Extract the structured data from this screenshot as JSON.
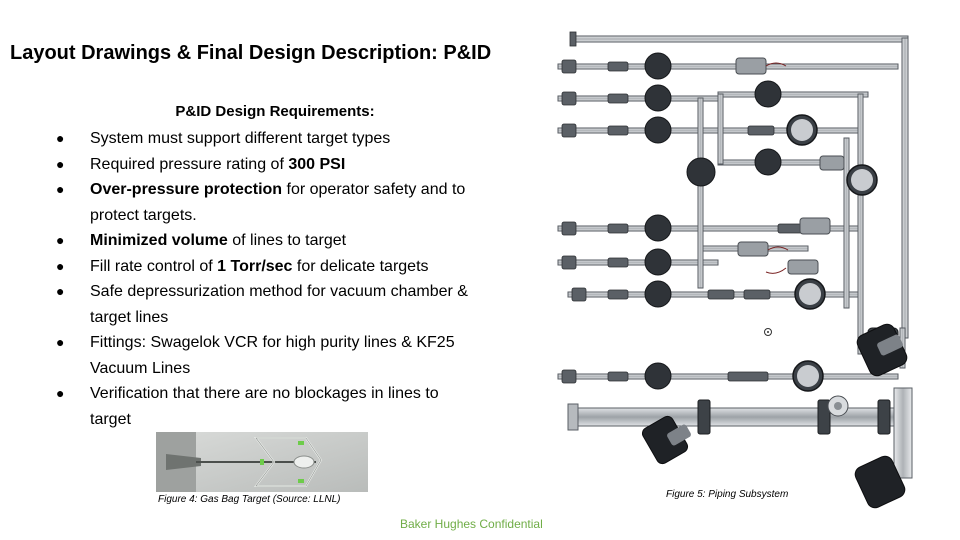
{
  "title": "Layout Drawings & Final Design Description: P&ID",
  "requirements": {
    "heading": "P&ID Design Requirements:",
    "bullet_symbol": "●",
    "items": [
      {
        "parts": [
          {
            "text": "System must support different target types",
            "bold": false
          }
        ]
      },
      {
        "parts": [
          {
            "text": "Required pressure rating of ",
            "bold": false
          },
          {
            "text": "300 PSI",
            "bold": true
          }
        ]
      },
      {
        "parts": [
          {
            "text": "Over-pressure protection",
            "bold": true
          },
          {
            "text": " for operator safety and to protect targets.",
            "bold": false
          }
        ]
      },
      {
        "parts": [
          {
            "text": "Minimized volume",
            "bold": true
          },
          {
            "text": " of lines to target",
            "bold": false
          }
        ]
      },
      {
        "parts": [
          {
            "text": "Fill rate control of ",
            "bold": false
          },
          {
            "text": "1 Torr/sec",
            "bold": true
          },
          {
            "text": " for delicate targets",
            "bold": false
          }
        ]
      },
      {
        "parts": [
          {
            "text": "Safe depressurization method for vacuum chamber & target lines",
            "bold": false
          }
        ]
      },
      {
        "parts": [
          {
            "text": "Fittings: Swagelok VCR for high purity lines & KF25 Vacuum Lines",
            "bold": false
          }
        ]
      },
      {
        "parts": [
          {
            "text": "Verification that there are no blockages in lines to target",
            "bold": false
          }
        ]
      }
    ]
  },
  "figure4": {
    "caption": "Figure 4: Gas Bag Target (Source: LLNL)"
  },
  "figure5": {
    "caption": "Figure 5: Piping Subsystem"
  },
  "footer": {
    "text": "Baker Hughes Confidential"
  },
  "colors": {
    "footer": "#70ad47",
    "pipe": "#c9ccd0",
    "valve": "#2f3338"
  }
}
